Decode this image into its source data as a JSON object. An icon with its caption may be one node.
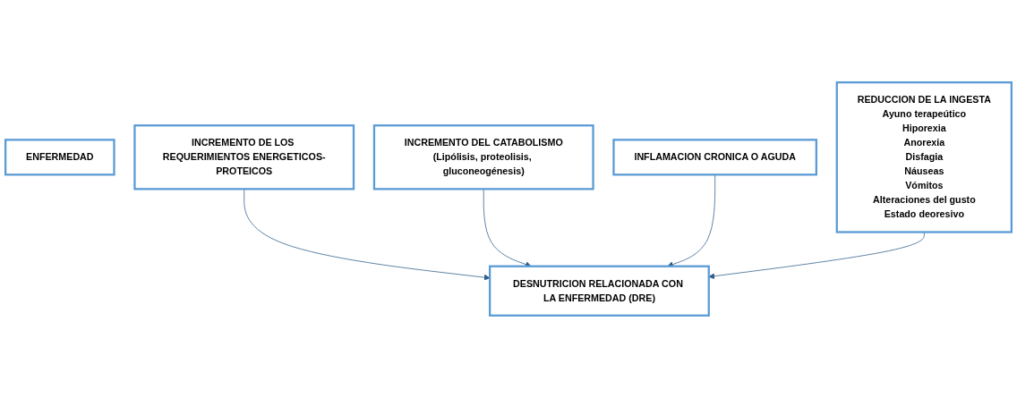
{
  "diagram": {
    "nodes": [
      {
        "text": [
          "ENFERMEDAD"
        ]
      },
      {
        "text": [
          "REDUCCION DE LA INGESTA",
          "Ayuno terapeútico",
          "Hiporexia",
          "Anorexia",
          "Disfagia",
          "Náuseas",
          "Vómitos",
          "Alteraciones del gusto",
          "Estado deoresivo"
        ]
      },
      {
        "text": [
          "INCREMENTO DE LOS REQUERIMIENTOS ENERGETICOS-PROTEICOS"
        ]
      },
      {
        "text": [
          "INCREMENTO DEL CATABOLISMO",
          "(Lipólisis, proteolisis, gluconeogénesis)"
        ]
      },
      {
        "text": [
          "INFLAMACION CRONICA O AGUDA"
        ]
      },
      {
        "text": [
          "DESNUTRICION RELACIONADA CON LA ENFERMEDAD (DRE)"
        ]
      }
    ],
    "edges": [
      {
        "from": 2,
        "to": 5,
        "arrow": "to"
      },
      {
        "from": 3,
        "to": 5,
        "arrow": "to"
      },
      {
        "from": 4,
        "to": 5,
        "arrow": "to"
      },
      {
        "from": 1,
        "to": 5,
        "arrow": "to"
      }
    ]
  }
}
